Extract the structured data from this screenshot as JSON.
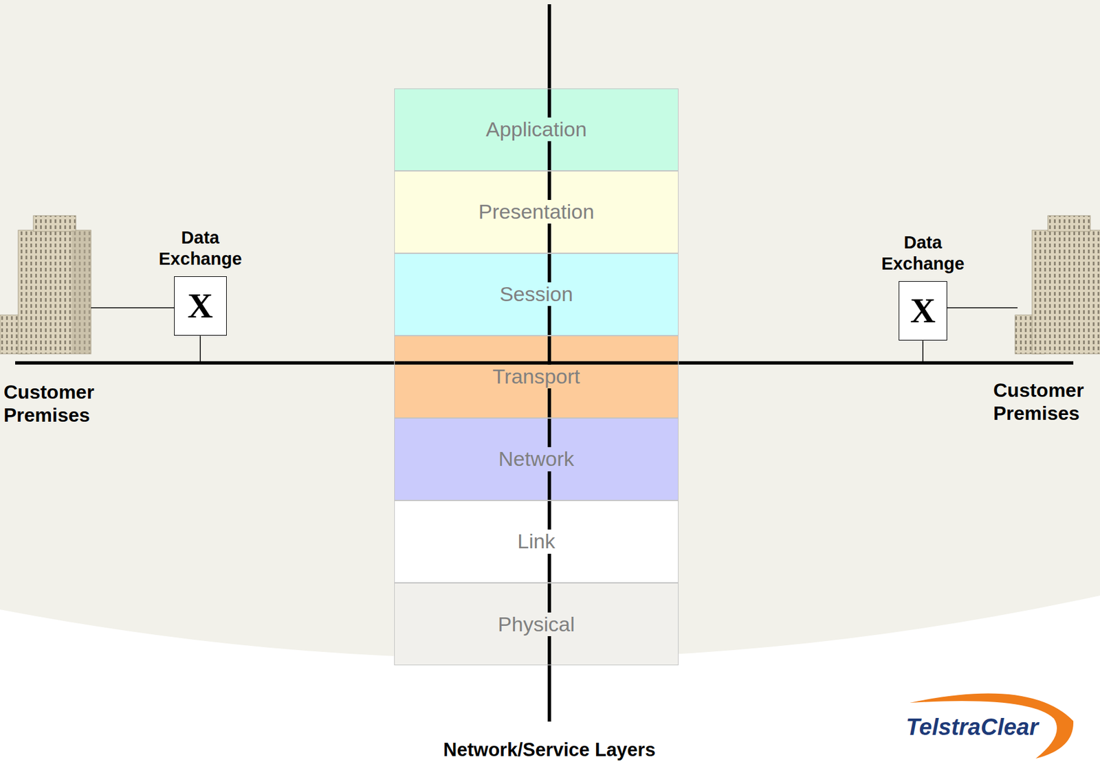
{
  "diagram": {
    "nodes": [
      {
        "text": [
          "Application"
        ]
      },
      {
        "text": [
          "Presentation"
        ]
      },
      {
        "text": [
          "Session"
        ]
      },
      {
        "text": [
          "Transport"
        ]
      },
      {
        "text": [
          "Network"
        ]
      },
      {
        "text": [
          "Link"
        ]
      },
      {
        "text": [
          "Physical"
        ]
      },
      {
        "text": [
          "Data Exchange",
          "X"
        ]
      },
      {
        "text": [
          "Data Exchange",
          "X"
        ]
      }
    ],
    "edges": [
      {
        "from": 7,
        "to": 8,
        "arrow": "none"
      }
    ],
    "labels": [
      "Customer Premises",
      "Customer Premises",
      "Network/Service Layers",
      "TelstraClear"
    ]
  }
}
